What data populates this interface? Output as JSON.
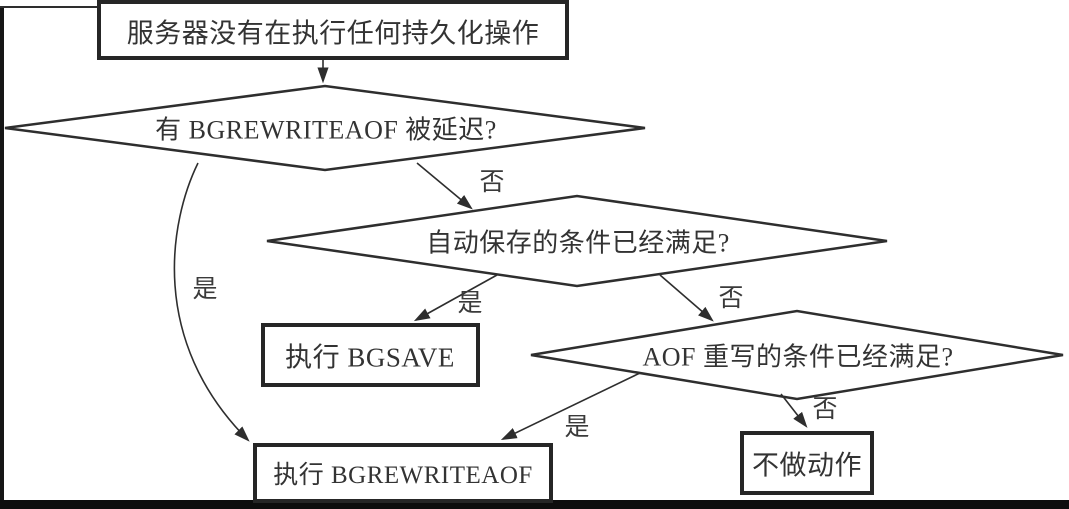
{
  "diagram": {
    "title_hint": "flowchart",
    "nodes": {
      "start": {
        "type": "rect",
        "label": "服务器没有在执行任何持久化操作"
      },
      "delayed_check": {
        "type": "diamond",
        "label": "有 BGREWRITEAOF 被延迟?"
      },
      "autosave_check": {
        "type": "diamond",
        "label": "自动保存的条件已经满足?"
      },
      "bgsave": {
        "type": "rect",
        "label": "执行 BGSAVE"
      },
      "aof_check": {
        "type": "diamond",
        "label": "AOF 重写的条件已经满足?"
      },
      "bgrewriteaof": {
        "type": "rect",
        "label": "执行 BGREWRITEAOF"
      },
      "noop": {
        "type": "rect",
        "label": "不做动作"
      }
    },
    "edge_labels": {
      "delayed_yes": "是",
      "delayed_no": "否",
      "autosave_yes": "是",
      "autosave_no": "否",
      "aof_yes": "是",
      "aof_no": "否"
    },
    "colors": {
      "line": "#2e2e2e",
      "box_border": "#262626",
      "text": "#333333",
      "background": "#ffffff",
      "frame": "#0d0d0d"
    }
  }
}
